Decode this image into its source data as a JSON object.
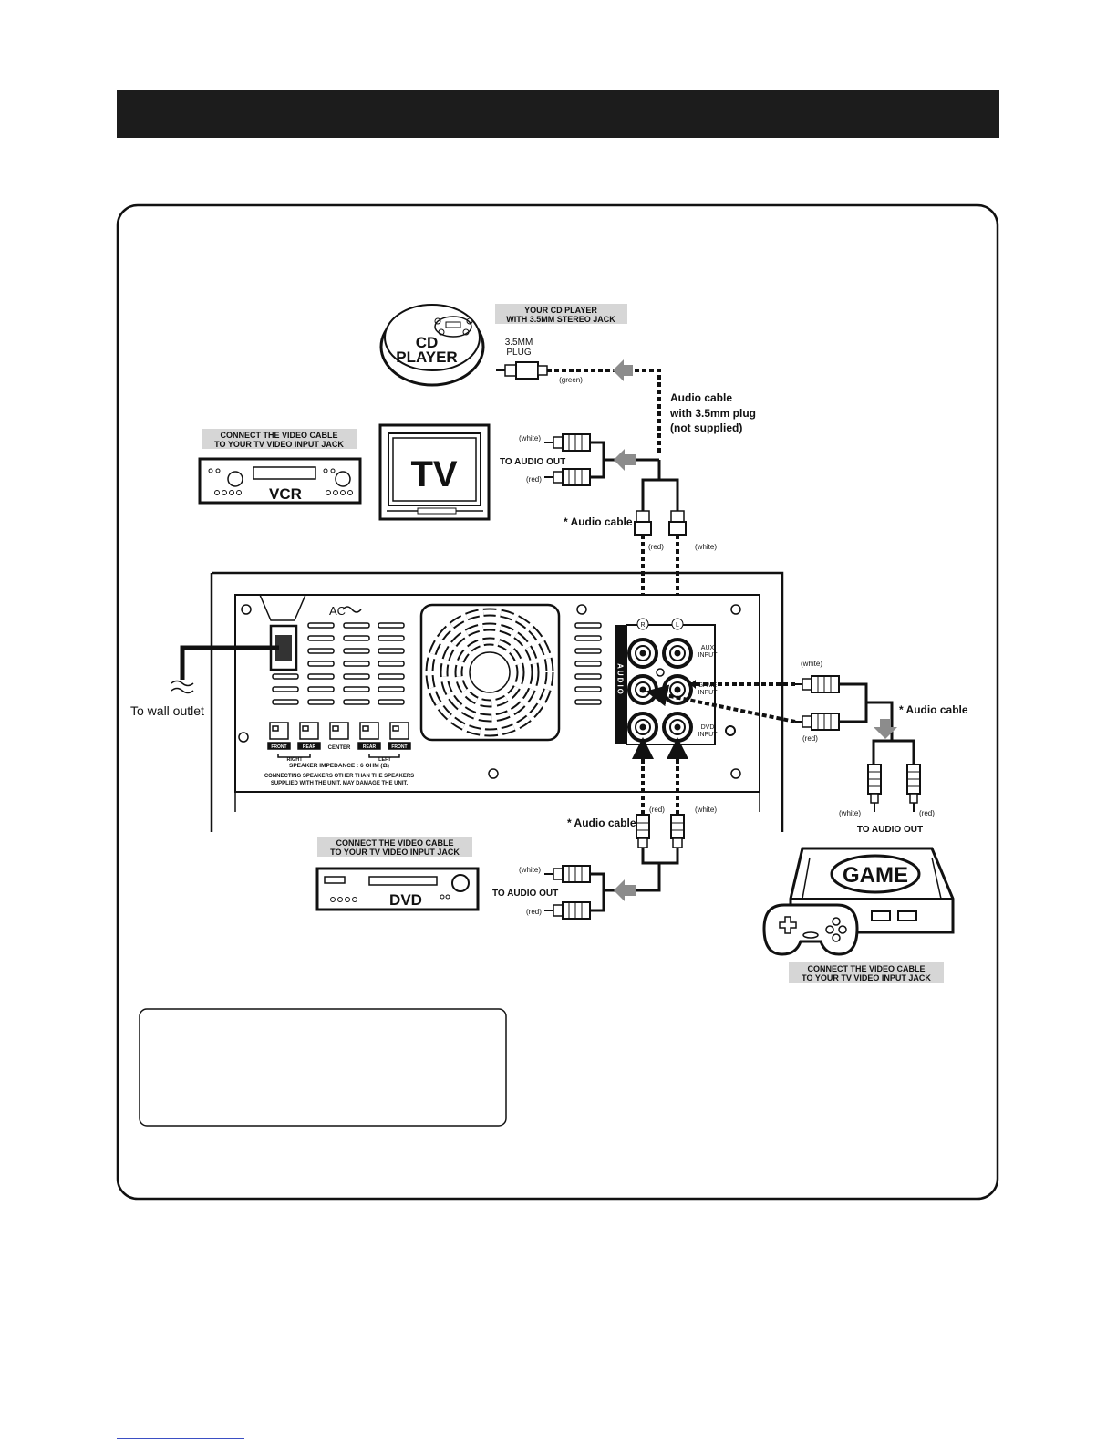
{
  "labels": {
    "cd_player_caption_1": "YOUR CD PLAYER",
    "cd_player_caption_2": "WITH 3.5MM STEREO JACK",
    "cd_player_name_1": "CD",
    "cd_player_name_2": "PLAYER",
    "plug_1": "3.5MM",
    "plug_2": "PLUG",
    "green": "(green)",
    "cable_35_1": "Audio cable",
    "cable_35_2": "with 3.5mm plug",
    "cable_35_3": "(not supplied)",
    "vcr_caption_1": "CONNECT THE VIDEO CABLE",
    "vcr_caption_2": "TO YOUR TV VIDEO  INPUT JACK",
    "vcr_name": "VCR",
    "tv_name": "TV",
    "white": "(white)",
    "red": "(red)",
    "to_audio_out": "TO AUDIO OUT",
    "audio_cable": "* Audio  cable",
    "ac": "AC",
    "to_wall_outlet": "To wall outlet",
    "spk_front": "FRONT",
    "spk_rear": "REAR",
    "spk_center": "CENTER",
    "spk_right": "RIGHT",
    "spk_left": "LEFT",
    "impedance": "SPEAKER IMPEDANCE : 6 OHM (Ω)",
    "warning_1": "CONNECTING SPEAKERS OTHER THAN THE SPEAKERS",
    "warning_2": "SUPPLIED WITH THE UNIT, MAY DAMAGE THE UNIT.",
    "jack_r": "R",
    "jack_l": "L",
    "audio_vertical": "AUDIO",
    "aux_1": "AUX",
    "aux_2": "INPUT",
    "game_in_1": "GAME",
    "game_in_2": "INPUT",
    "dvd_in_1": "DVD",
    "dvd_in_2": "INPUT",
    "dvd_caption_1": "CONNECT THE VIDEO CABLE",
    "dvd_caption_2": "TO YOUR TV VIDEO  INPUT JACK",
    "dvd_name": "DVD",
    "game_name": "GAME",
    "game_caption_1": "CONNECT THE VIDEO CABLE",
    "game_caption_2": "TO YOUR TV VIDEO  INPUT JACK"
  },
  "colors": {
    "ink": "#111111",
    "caption_bg": "#d6d6d6",
    "arrow_gray": "#8c8c8c",
    "header": "#1c1c1c"
  }
}
